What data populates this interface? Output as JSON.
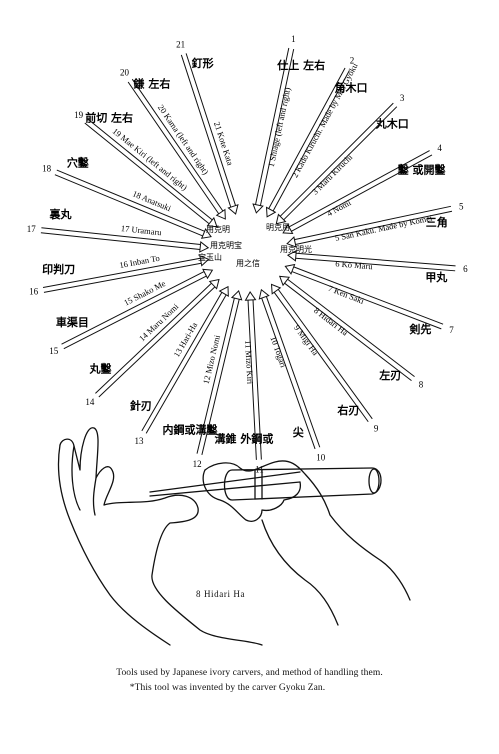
{
  "tools": [
    {
      "num": "1",
      "name": "Shiage (left and right)",
      "kanji": "仕上 左右"
    },
    {
      "num": "2",
      "name": "Kado Kiruchi. Made by Min Gyoku",
      "kanji": "角木口"
    },
    {
      "num": "3",
      "name": "Maru Kiruchi",
      "kanji": "丸木口"
    },
    {
      "num": "4",
      "name": "Nomi",
      "kanji": "鑿 或開鑿"
    },
    {
      "num": "5",
      "name": "San Kaku. Made by Komei",
      "kanji": "三角"
    },
    {
      "num": "6",
      "name": "Ko Maru",
      "kanji": "甲丸"
    },
    {
      "num": "7",
      "name": "Ken Saki",
      "kanji": "剣先"
    },
    {
      "num": "8",
      "name": "Hidari Ha",
      "kanji": "左刃"
    },
    {
      "num": "9",
      "name": "Migi Ha",
      "kanji": "右刃"
    },
    {
      "num": "10",
      "name": "Togari",
      "kanji": "尖"
    },
    {
      "num": "11",
      "name": "Mizo Kiri",
      "kanji": "溝錐 外鋼或"
    },
    {
      "num": "12",
      "name": "Mizo Nomi",
      "kanji": "内鋼或溝鑿"
    },
    {
      "num": "13",
      "name": "Hari-Ha",
      "kanji": "針刃"
    },
    {
      "num": "14",
      "name": "Maru Nomi",
      "kanji": "丸鑿"
    },
    {
      "num": "15",
      "name": "Shako Me",
      "kanji": "車渠目"
    },
    {
      "num": "16",
      "name": "Inban To",
      "kanji": "印判刀"
    },
    {
      "num": "17",
      "name": "Uramaru",
      "kanji": "裏丸"
    },
    {
      "num": "18",
      "name": "Anatsuki",
      "kanji": "穴鑿"
    },
    {
      "num": "19",
      "name": "Mae Kiri (left and right)",
      "kanji": "前切 左右"
    },
    {
      "num": "20",
      "name": "Kama (left and right)",
      "kanji": "鎌 左右"
    },
    {
      "num": "21",
      "name": "Kote Kata",
      "kanji": "釘形"
    }
  ],
  "center_notes": [
    "用克明",
    "明克用",
    "用克明光",
    "宝玉山",
    "用克明宝",
    "用之信"
  ],
  "hand_label": "8 Hidari Ha",
  "caption_line1": "Tools used by Japanese ivory carvers, and method of handling them.",
  "caption_line2": "*This tool was invented by the carver Gyoku Zan."
}
